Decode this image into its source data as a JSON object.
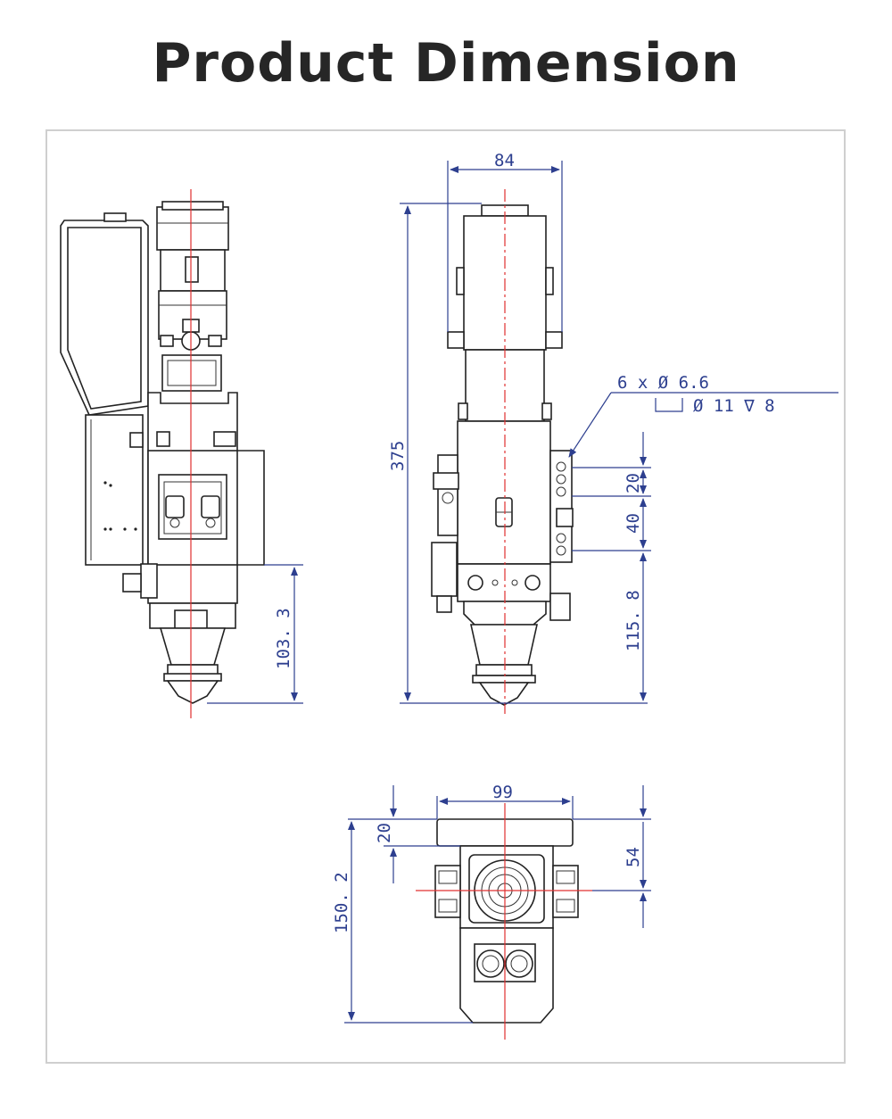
{
  "title": "Product Dimension",
  "colors": {
    "dimension": "#2d3f8f",
    "centerline": "#e03030",
    "outline": "#222222",
    "frame": "#cfcfcf"
  },
  "side_view": {
    "height_label": "103. 3"
  },
  "front_view": {
    "width_label": "84",
    "height_label": "375",
    "hole_note": "6 x Ø 6.6",
    "hole_note_2": "Ø 11 ∇ 8",
    "spacing_1": "20",
    "spacing_2": "40",
    "bottom_label": "115. 8"
  },
  "bottom_view": {
    "width_label": "99",
    "offset_label": "20",
    "height_label": "54",
    "total_label": "150. 2"
  }
}
